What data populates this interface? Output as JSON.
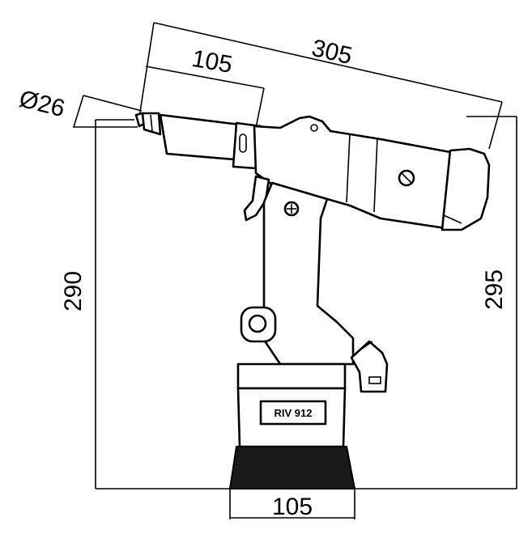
{
  "dimensions": {
    "overall_length": "305",
    "nose_length": "105",
    "nose_diameter": "Ø26",
    "height_left": "290",
    "height_right": "295",
    "base_width": "105"
  },
  "model_label": "RIV 912",
  "colors": {
    "line": "#000000",
    "background": "#ffffff",
    "base_fill": "#1a1a1a"
  }
}
